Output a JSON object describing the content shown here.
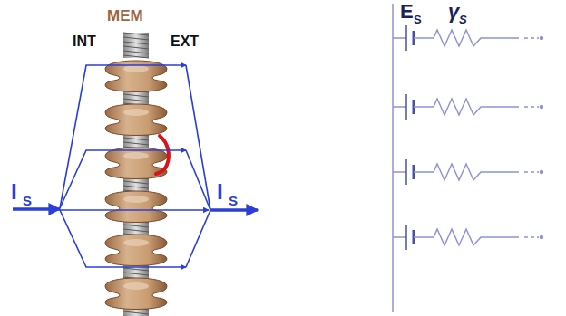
{
  "diagram": {
    "labels": [
      "MEM",
      "INT",
      "EXT",
      "I",
      "S",
      "I",
      "S",
      "E",
      "S",
      "γ",
      "S"
    ]
  }
}
